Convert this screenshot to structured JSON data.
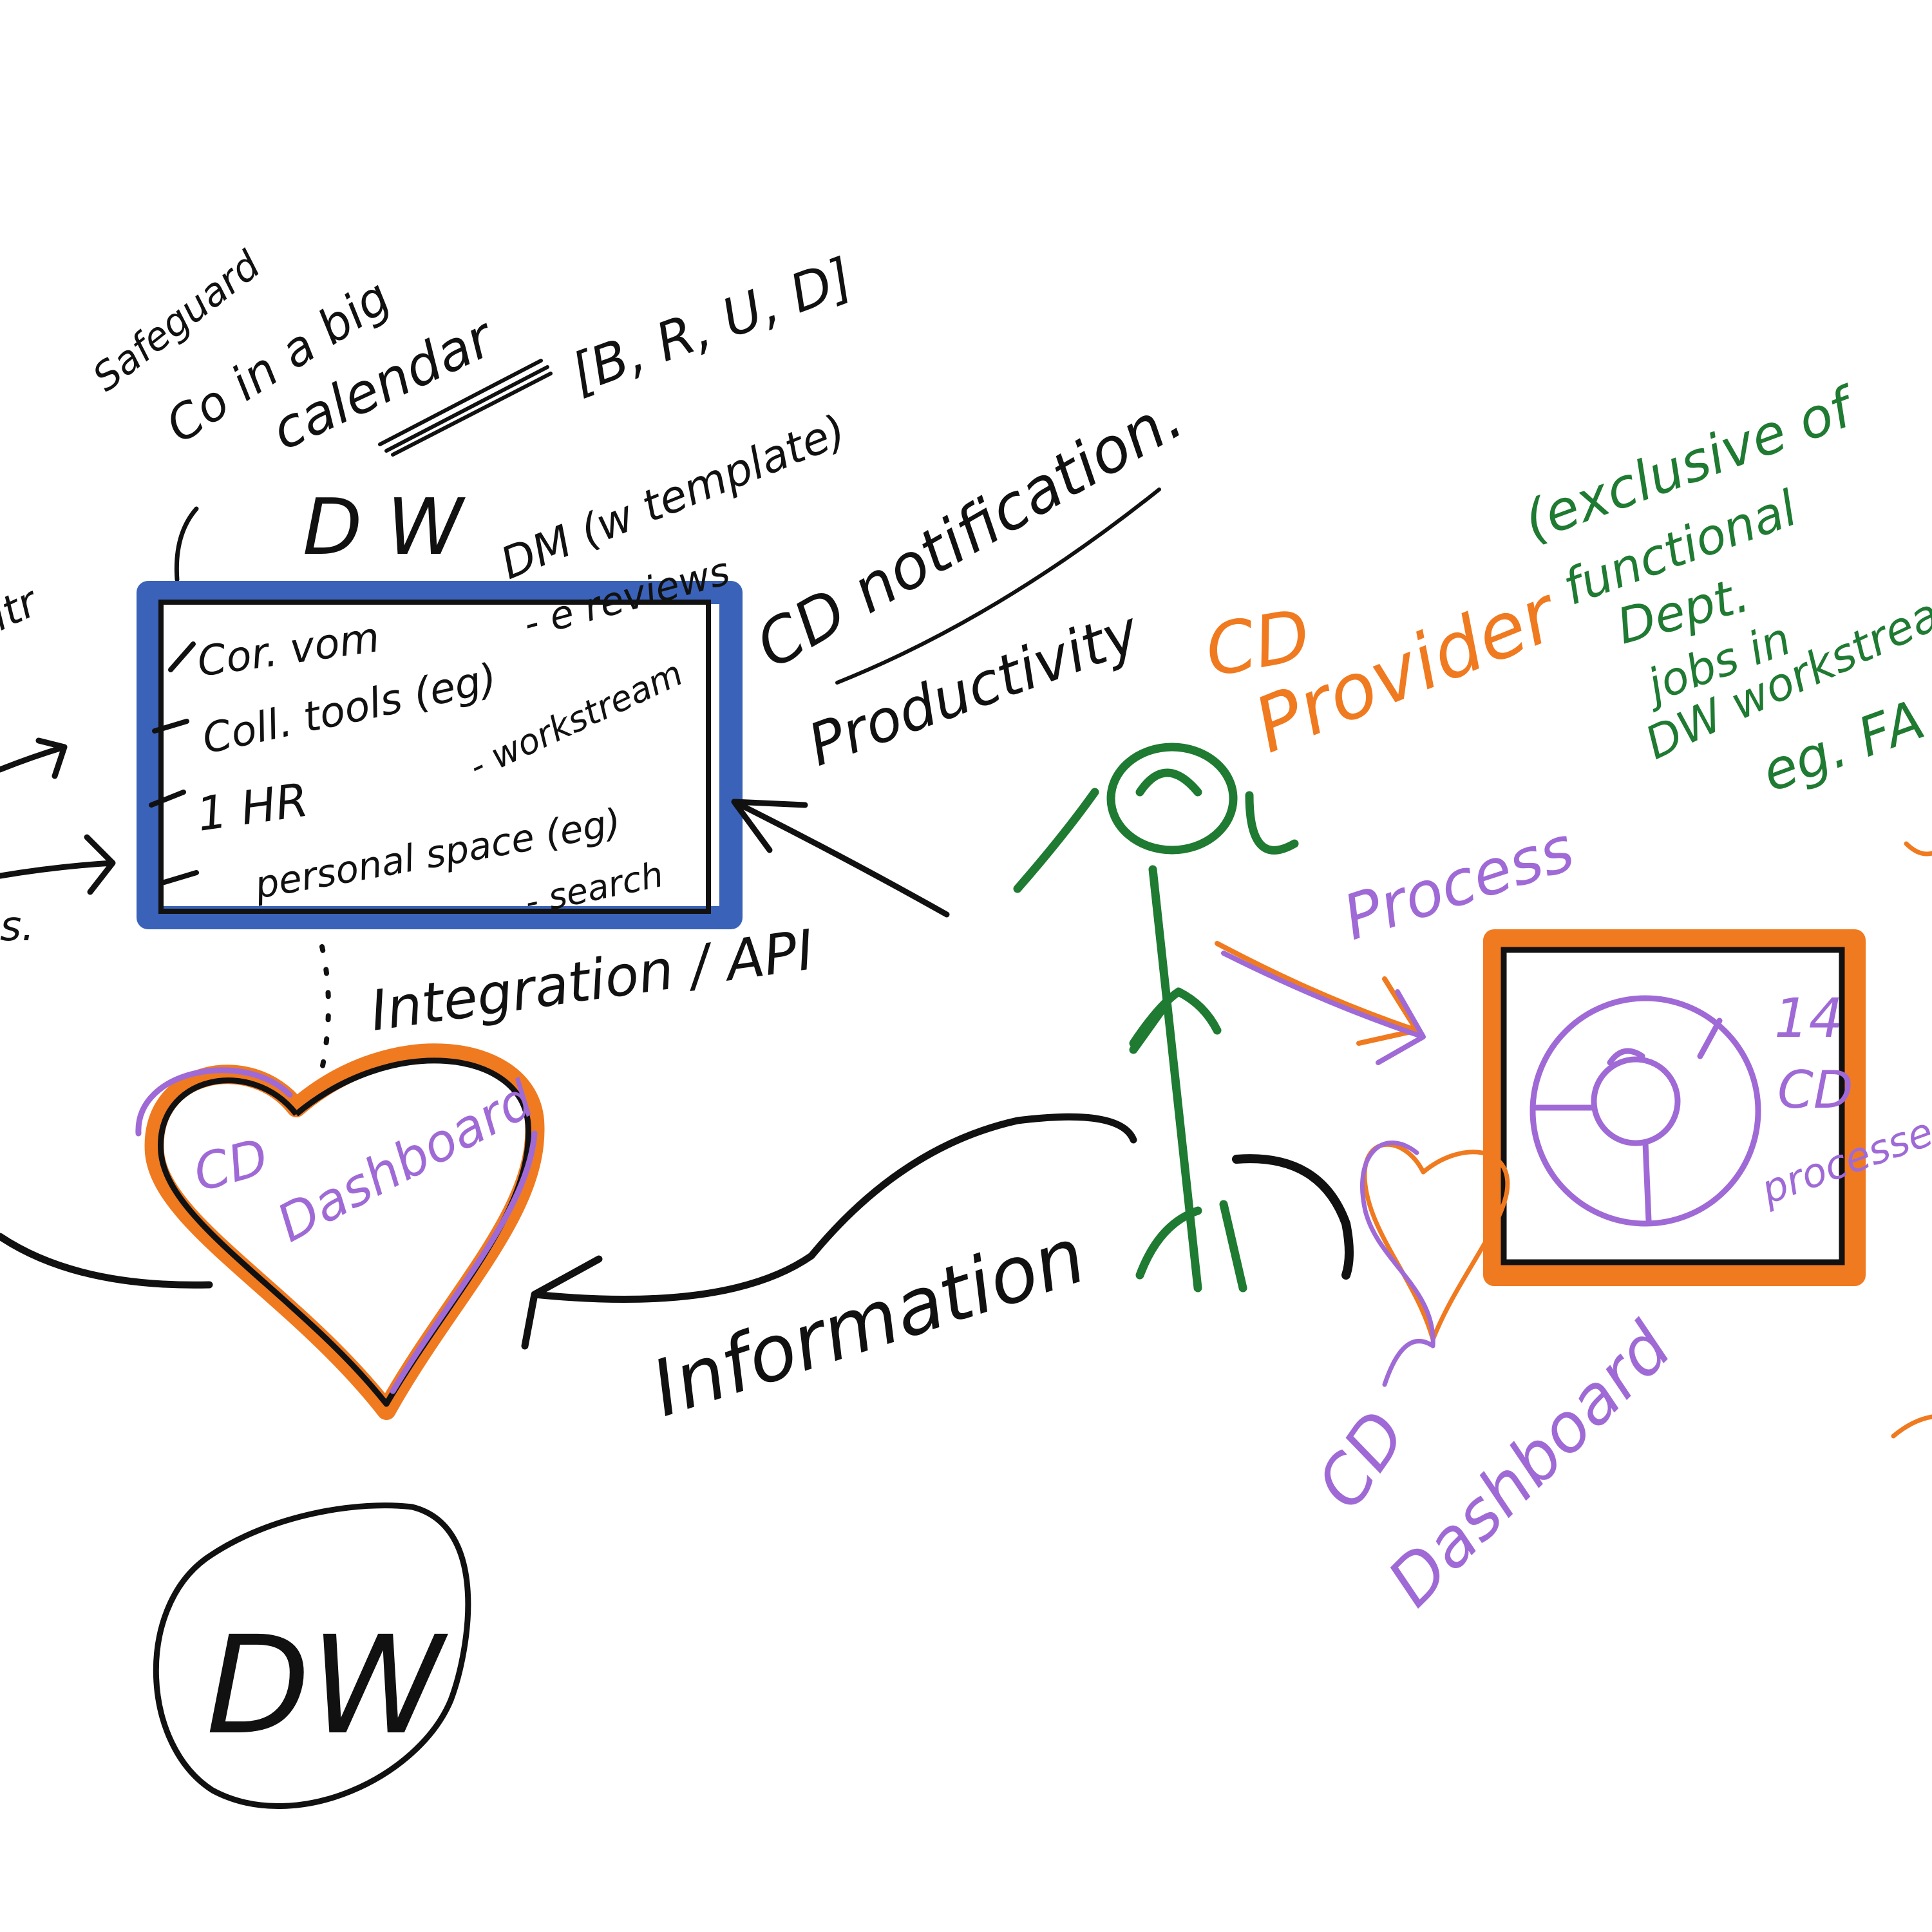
{
  "colors": {
    "ink": "#111111",
    "blue": "#3a62b8",
    "orange": "#f07a20",
    "purple": "#9f6ad6",
    "green": "#1f7a32",
    "background": "#ffffff"
  },
  "top_notes": {
    "line1": "Safeguard",
    "line2": "Co in a big",
    "line3": "calendar",
    "codes": "[B, R, U, D]"
  },
  "dw_box": {
    "title": "D W",
    "items": [
      "Cor. vom",
      "Coll. tools (eg)",
      "1 HR",
      "personal space (eg)"
    ],
    "side_notes": [
      "- e reviews",
      "- workstream",
      "- search"
    ],
    "dm_note": "DM (w template)",
    "left_fragments": [
      "ltr",
      "s."
    ]
  },
  "notification": {
    "line1": "CD notification.",
    "line2": "Productivity"
  },
  "integration_label": "Integration / API",
  "heart_left": {
    "label_line1": "CD",
    "label_line2": "Dashboard"
  },
  "information_label": "Information",
  "provider": {
    "line1": "CD",
    "line2": "Provider"
  },
  "provider_note": [
    "(exclusive of",
    "functional",
    "Dept.",
    "jobs in",
    "DW workstream",
    "eg. FA"
  ],
  "process_label": "Process",
  "processes_box": {
    "line1": "14",
    "line2": "CD",
    "line3": "processes"
  },
  "heart_right": {
    "label_line1": "CD",
    "label_line2": "Dashboard"
  },
  "dw_circle": {
    "label": "DW"
  }
}
